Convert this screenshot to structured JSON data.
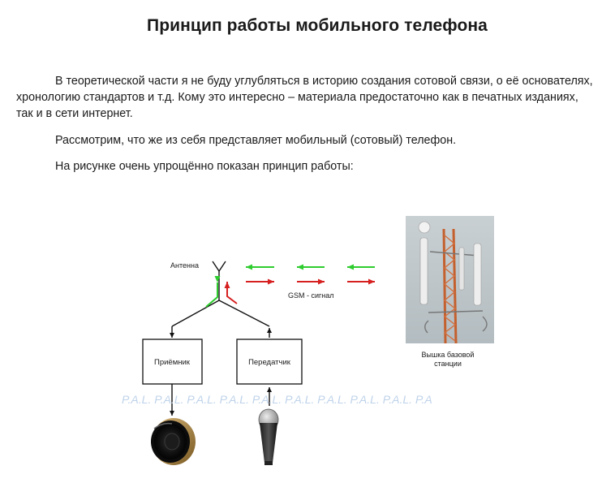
{
  "title": "Принцип работы мобильного телефона",
  "paragraphs": [
    "В теоретической части я не буду углубляться в историю создания сотовой связи, о её основателях, хронологию стандартов и т.д. Кому это интересно – материала предостаточно как в печатных изданиях, так и в сети интернет.",
    "Рассмотрим, что же из себя представляет мобильный (сотовый) телефон.",
    "На рисунке очень упрощённо показан принцип работы:"
  ],
  "diagram": {
    "antenna_label": "Антенна",
    "signal_label": "GSM - сигнал",
    "receiver_label": "Приёмник",
    "transmitter_label": "Передатчик",
    "tower_caption_line1": "Вышка базовой",
    "tower_caption_line2": "станции",
    "watermark": "P.A.L.  P.A.L.  P.A.L.  P.A.L.  P.A.L.  P.A.L.  P.A.L.  P.A.L.  P.A.L.  P.A",
    "icons": {
      "speaker": "speaker-icon",
      "microphone": "microphone-icon",
      "tower": "cell-tower-photo"
    },
    "colors": {
      "incoming_arrow": "#2ecc2e",
      "outgoing_arrow": "#d62020",
      "line": "#111111"
    }
  }
}
